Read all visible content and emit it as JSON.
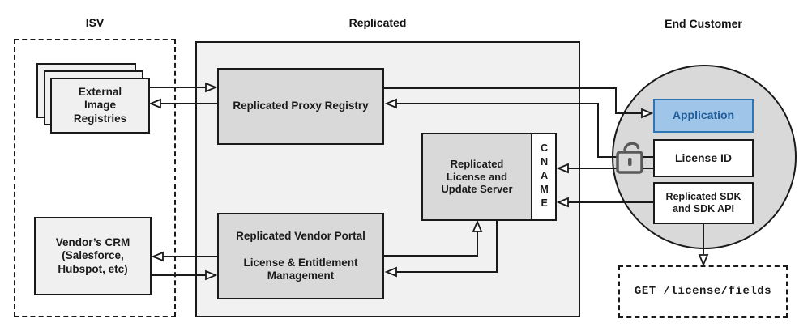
{
  "diagram": {
    "type": "architecture-diagram",
    "sections": [
      {
        "id": "isv",
        "label": "ISV"
      },
      {
        "id": "replicated",
        "label": "Replicated"
      },
      {
        "id": "end_customer",
        "label": "End Customer"
      }
    ],
    "nodes": {
      "external_registries": "External\nImage\nRegistries",
      "vendors_crm": "Vendor’s CRM\n(Salesforce,\nHubspot, etc)",
      "proxy_registry": "Replicated Proxy Registry",
      "vendor_portal": "Replicated Vendor Portal\n\nLicense & Entitlement\nManagement",
      "license_update_server": "Replicated\nLicense and\nUpdate Server",
      "cname_label": "CNAME",
      "application": "Application",
      "license_id": "License ID",
      "replicated_sdk": "Replicated SDK\nand SDK API",
      "get_license_fields": "GET /license/fields"
    },
    "icons": {
      "lock": "open-padlock-icon"
    },
    "colors": {
      "section_fill": "#f1f1f1",
      "node_fill_gray": "#d9d9d9",
      "node_fill_light": "#f0f0f0",
      "circle_fill": "#d9d9d9",
      "application_fill": "#9fc5e8",
      "application_border": "#2e75b6",
      "application_text": "#1f5c99",
      "line_color": "#1a1a1a",
      "lock_color": "#595959"
    }
  }
}
